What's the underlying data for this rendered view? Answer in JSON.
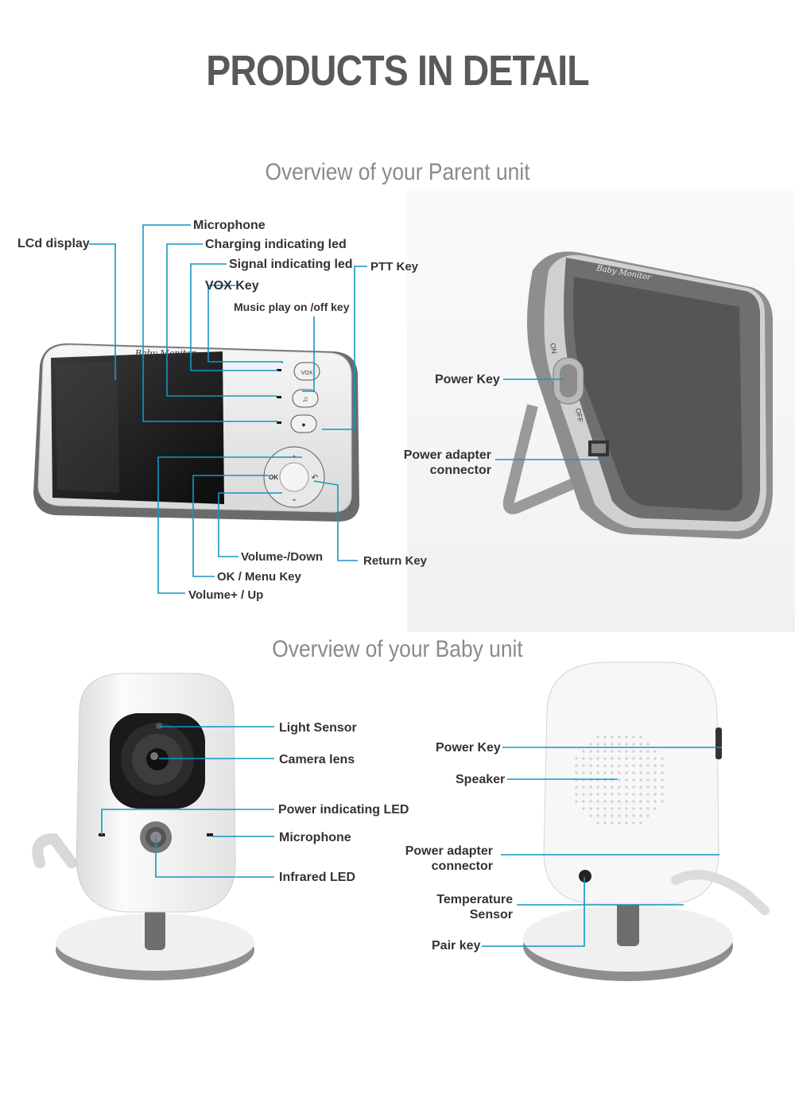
{
  "title": "PRODUCTS IN DETAIL",
  "parent_section": {
    "heading": "Overview of your Parent unit",
    "device_label": "Baby Monitor",
    "side_device_label": "Baby Monitor",
    "button_labels": {
      "vox": "VOX",
      "ok": "OK",
      "on": "ON",
      "off": "OFF"
    },
    "callouts": {
      "lcd_display": "LCd display",
      "microphone": "Microphone",
      "charging_led": "Charging indicating led",
      "signal_led": "Signal indicating led",
      "ptt_key": "PTT Key",
      "vox_key": "VOX Key",
      "music_key": "Music play on /off key",
      "volume_down": "Volume-/Down",
      "return_key": "Return Key",
      "ok_menu_key": "OK / Menu Key",
      "volume_up": "Volume+ / Up",
      "power_key": "Power Key",
      "power_adapter_line1": "Power adapter",
      "power_adapter_line2": "connector"
    }
  },
  "baby_section": {
    "heading": "Overview of your Baby unit",
    "callouts": {
      "light_sensor": "Light Sensor",
      "camera_lens": "Camera lens",
      "power_led": "Power indicating LED",
      "microphone": "Microphone",
      "infrared_led": "Infrared LED",
      "power_key": "Power Key",
      "speaker": "Speaker",
      "power_adapter_line1": "Power adapter",
      "power_adapter_line2": "connector",
      "temperature_line1": "Temperature",
      "temperature_line2": "Sensor",
      "pair_key": "Pair key"
    }
  },
  "colors": {
    "title": "#595959",
    "heading": "#8a8a8a",
    "callout_line": "#1596c4",
    "label": "#333333"
  }
}
